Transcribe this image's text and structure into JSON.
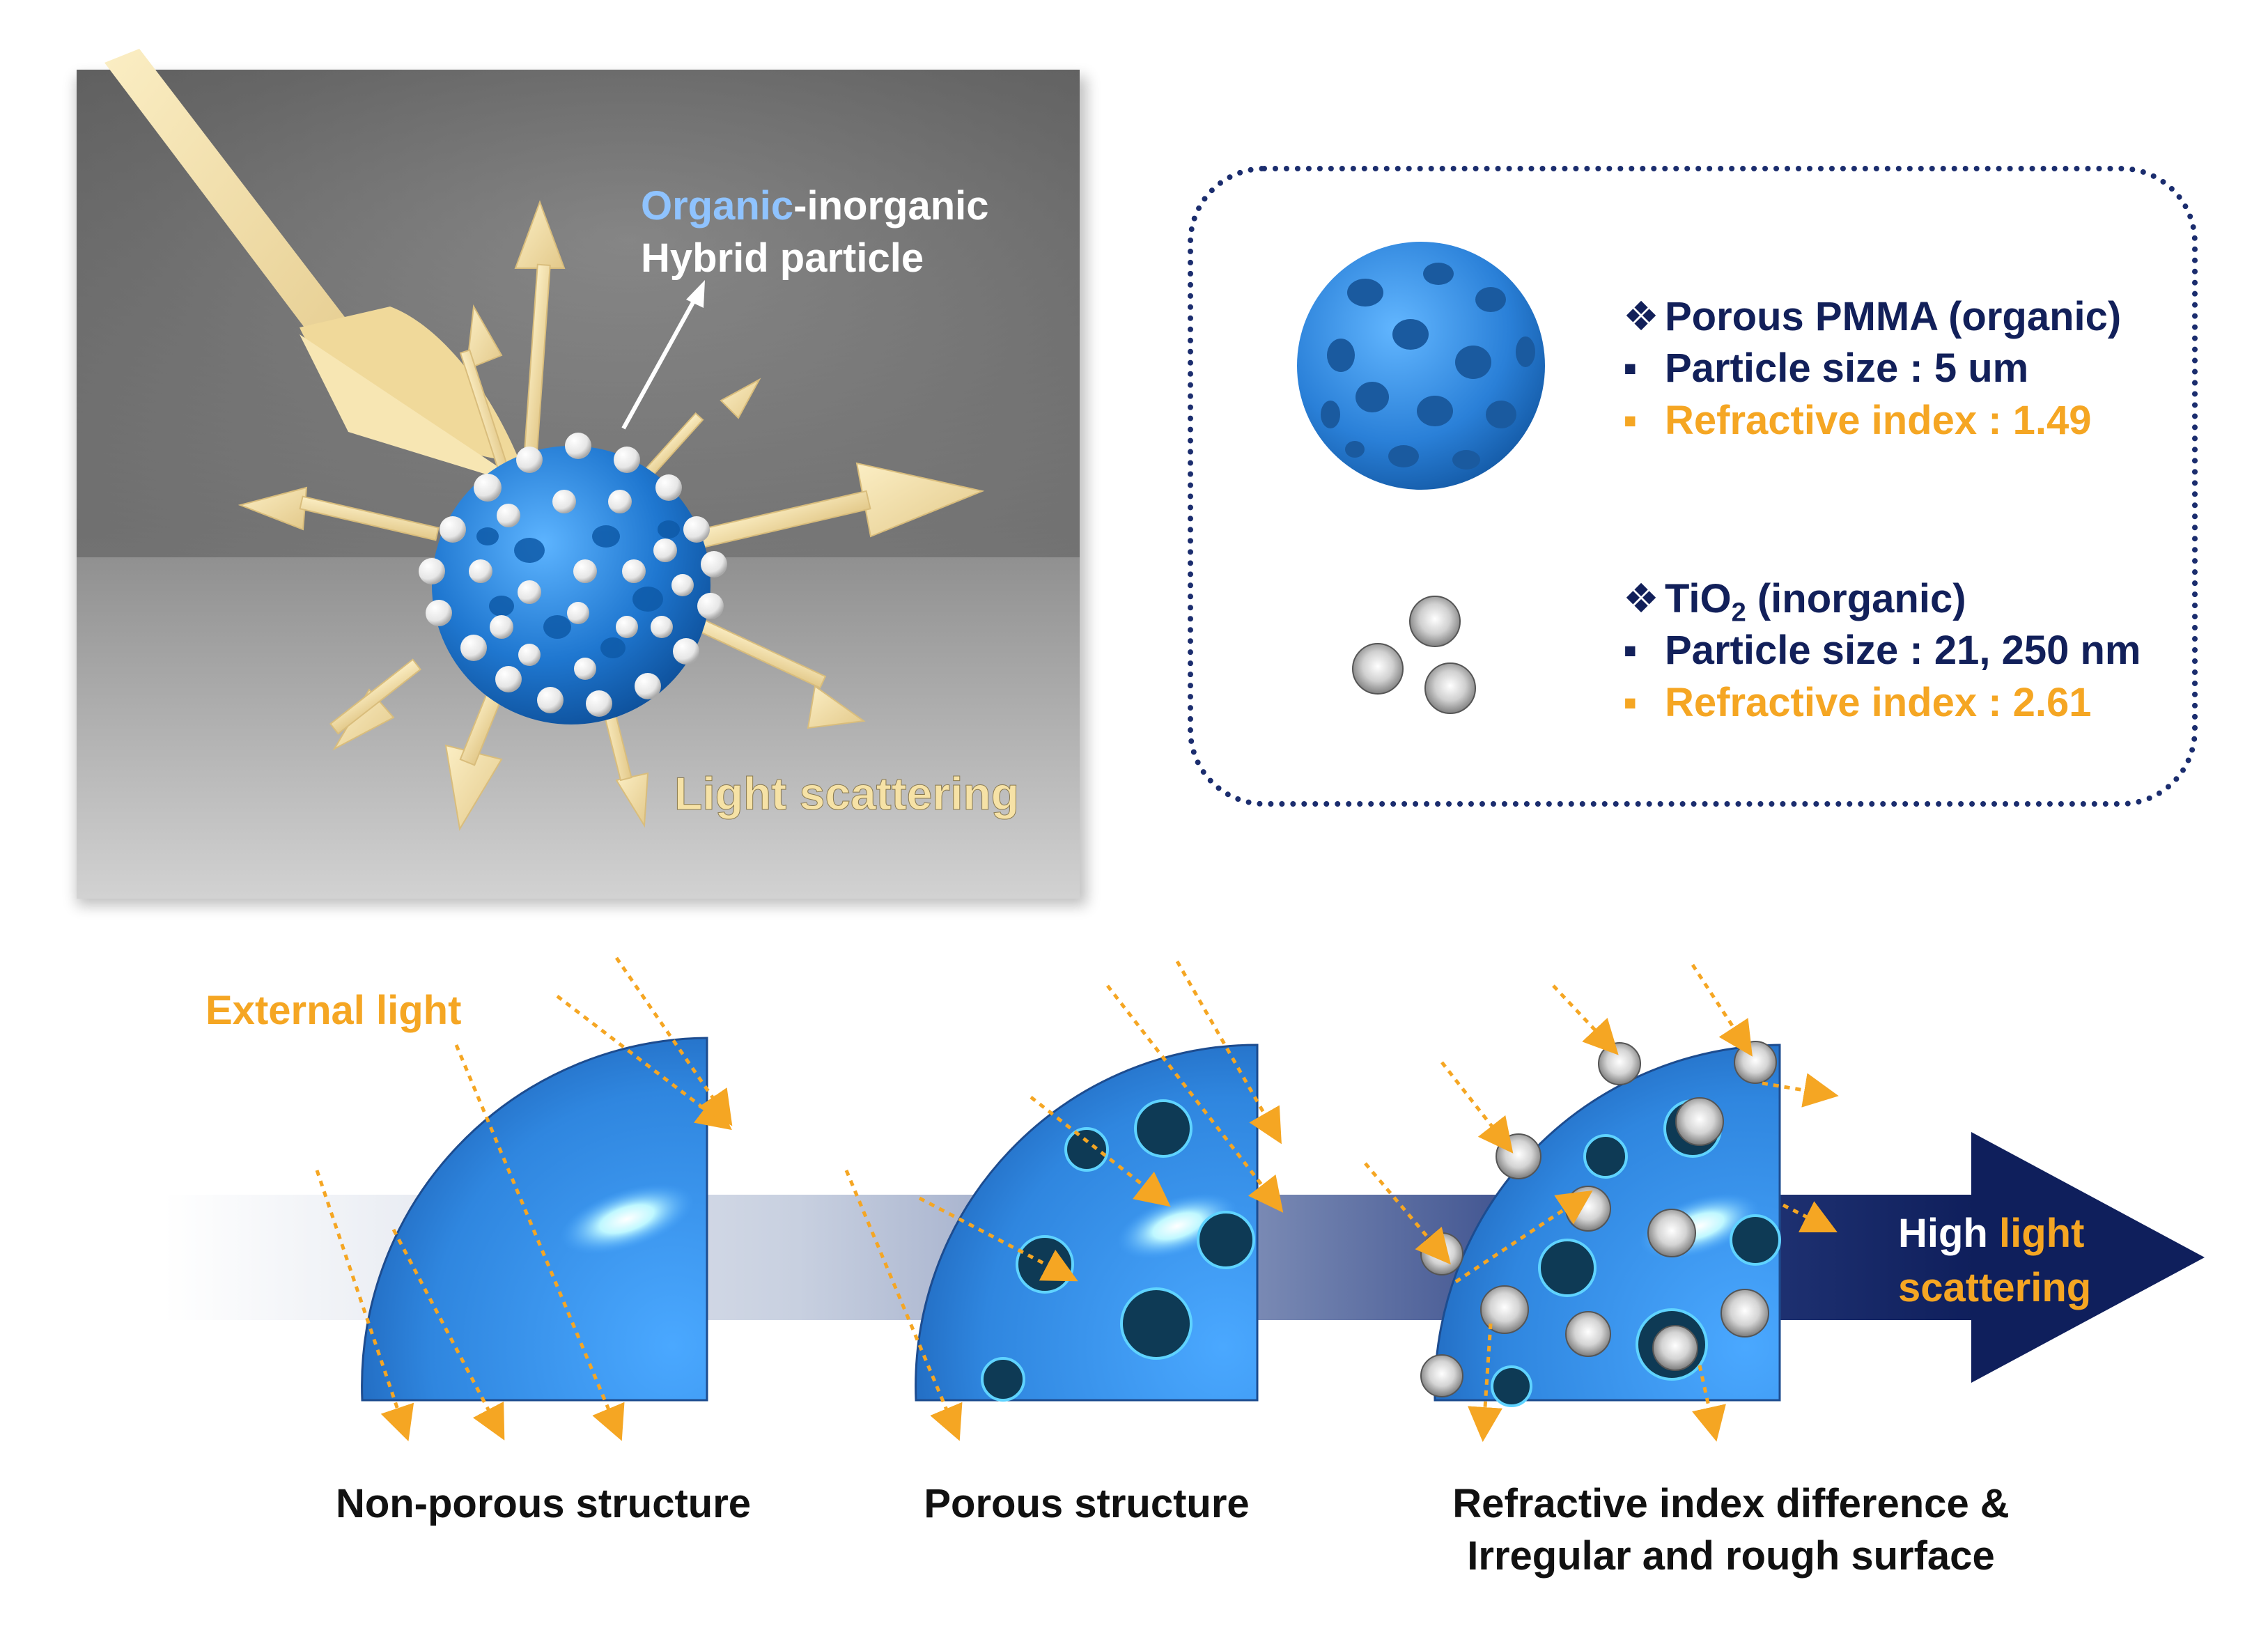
{
  "top_left_panel": {
    "hybrid_label": {
      "organic": "Organic",
      "rest": "-inorganic",
      "line2": "Hybrid particle"
    },
    "scattering_label": "Light scattering"
  },
  "info_box": {
    "pmma": {
      "heading": "Porous PMMA (organic)",
      "size": "Particle size : 5 um",
      "index": "Refractive index : 1.49"
    },
    "tio2": {
      "heading_prefix": "TiO",
      "heading_sub": "2",
      "heading_suffix": " (inorganic)",
      "size": "Particle size : 21, 250 nm",
      "index": "Refractive index : 2.61"
    },
    "symbols": {
      "diamond": "❖",
      "square": "▪"
    }
  },
  "bottom_panel": {
    "external_light": "External light",
    "arrow_label": {
      "high": "High ",
      "light": "light",
      "scattering": "scattering"
    },
    "captions": {
      "non_porous": "Non-porous structure",
      "porous": "Porous structure",
      "refractive_line1": "Refractive index difference &",
      "refractive_line2": "Irregular and rough surface"
    }
  },
  "colors": {
    "navy": "#12205a",
    "orange": "#f5a623",
    "sphere_blue": "#2f8de0",
    "beam": "#f3e0a8",
    "dots": "#1a2c6b"
  }
}
